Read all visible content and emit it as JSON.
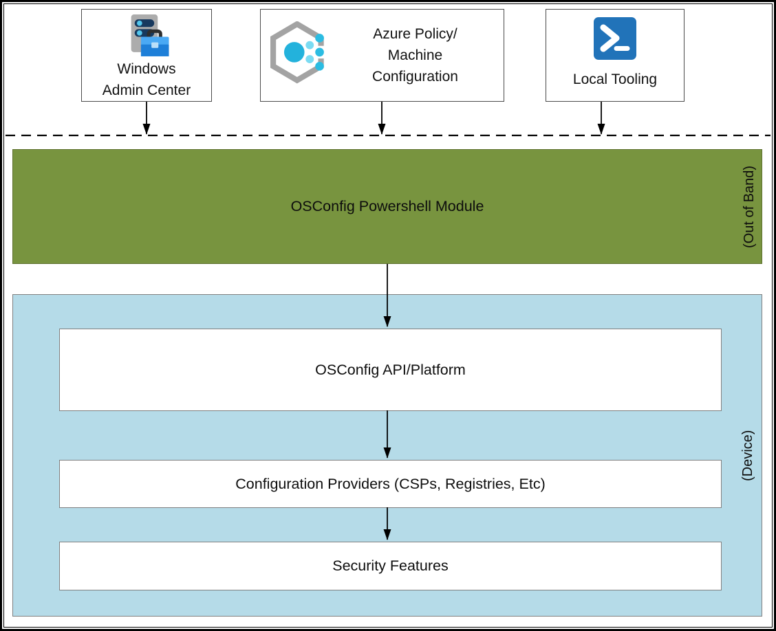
{
  "nodes": {
    "windows_admin_center": {
      "line1": "Windows",
      "line2": "Admin Center",
      "icon": "windows-admin-center-icon"
    },
    "azure_policy": {
      "line1": "Azure Policy/",
      "line2": "Machine",
      "line3": "Configuration",
      "icon": "machine-configuration-icon"
    },
    "local_tooling": {
      "label": "Local Tooling",
      "icon": "powershell-icon"
    }
  },
  "module": {
    "label": "OSConfig Powershell Module",
    "side_label": "(Out of Band)"
  },
  "device": {
    "side_label": "(Device)",
    "layers": [
      {
        "label": "OSConfig API/Platform"
      },
      {
        "label": "Configuration Providers (CSPs, Registries, Etc)"
      },
      {
        "label": "Security Features"
      }
    ]
  },
  "colors": {
    "module_green": "#78943F",
    "module_border": "#5E712F",
    "device_blue": "#B5DBE8",
    "box_border_gray": "#7F7F7F",
    "node_border": "#4A4A4A",
    "powershell_blue": "#2173B9",
    "icon_cyan": "#23B2DC",
    "icon_cyan_light": "#7BDBF2",
    "icon_gray": "#A3A3A3",
    "server_gray": "#ACACAC",
    "server_bar_navy": "#17395E",
    "toolbox_blue": "#1E7FD8",
    "toolbox_blue_light": "#4AA9F4",
    "line_black": "#000000"
  }
}
